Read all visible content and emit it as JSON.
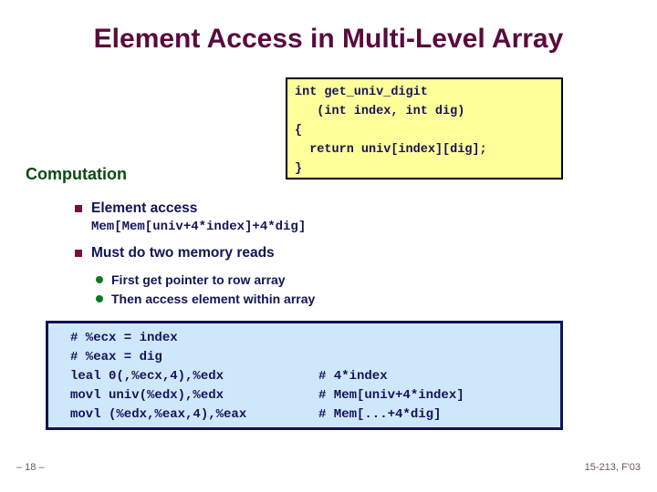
{
  "slide": {
    "title": "Element Access in Multi-Level Array",
    "section_heading": "Computation"
  },
  "c_code_box": {
    "background_color": "#ffff99",
    "border_color": "#000000",
    "text_color": "#131357",
    "lines": [
      "int get_univ_digit",
      "   (int index, int dig)",
      "{",
      "  return univ[index][dig];",
      "}"
    ]
  },
  "bullets": [
    {
      "marker": "square",
      "text": "Element access",
      "detail_mono": "Mem[Mem[univ+4*index]+4*dig]"
    },
    {
      "marker": "square",
      "text": "Must do two memory reads",
      "subbullets": [
        {
          "marker": "dot",
          "text": "First get pointer to row array"
        },
        {
          "marker": "dot",
          "text": "Then access element within array"
        }
      ]
    }
  ],
  "asm_box": {
    "background_color": "#cfe7fb",
    "border_color": "#131357",
    "text_color": "#131357",
    "rows": [
      {
        "instr": "# %ecx = index",
        "comment": ""
      },
      {
        "instr": "# %eax = dig",
        "comment": ""
      },
      {
        "instr": "leal 0(,%ecx,4),%edx",
        "comment": "# 4*index"
      },
      {
        "instr": "movl univ(%edx),%edx",
        "comment": "# Mem[univ+4*index]"
      },
      {
        "instr": "movl (%edx,%eax,4),%eax",
        "comment": "# Mem[...+4*dig]"
      }
    ]
  },
  "footer": {
    "left": "– 18 –",
    "right": "15-213, F'03"
  },
  "colors": {
    "title": "#5a0a3c",
    "heading_green": "#0a4a14",
    "body_navy": "#131357",
    "square_bullet": "#7a0f3c",
    "dot_bullet": "#0a7a22",
    "footer": "#6b5560"
  }
}
